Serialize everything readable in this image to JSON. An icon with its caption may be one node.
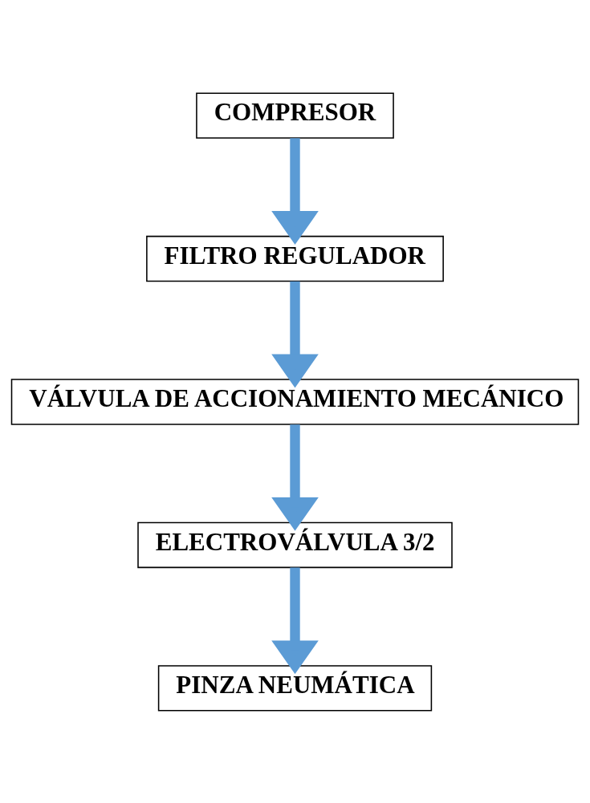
{
  "diagram": {
    "nodes": [
      {
        "text": [
          "COMPRESOR"
        ]
      },
      {
        "text": [
          "FILTRO REGULADOR"
        ]
      },
      {
        "text": [
          "VÁLVULA DE ACCIONAMIENTO MECÁNICO"
        ]
      },
      {
        "text": [
          "ELECTROVÁLVULA 3/2"
        ]
      },
      {
        "text": [
          "PINZA NEUMÁTICA"
        ]
      }
    ],
    "edges": [
      {
        "from": 0,
        "to": 1,
        "arrow": "to"
      },
      {
        "from": 1,
        "to": 2,
        "arrow": "to"
      },
      {
        "from": 2,
        "to": 3,
        "arrow": "to"
      },
      {
        "from": 3,
        "to": 4,
        "arrow": "to"
      }
    ]
  }
}
